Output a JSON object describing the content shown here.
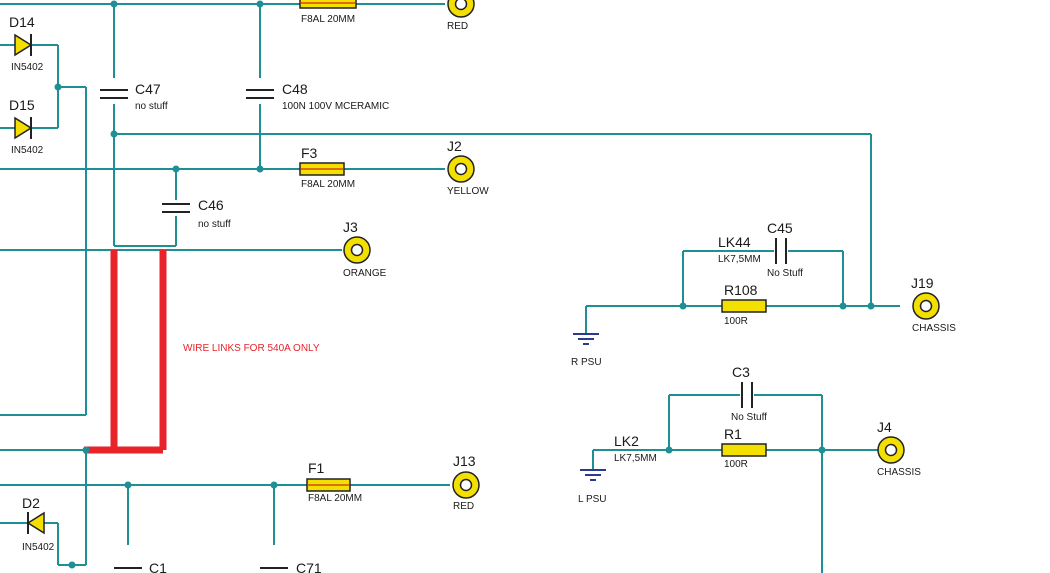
{
  "note": "WIRE LINKS FOR 540A ONLY",
  "fuses": [
    {
      "ref": "",
      "value": "F8AL 20MM"
    },
    {
      "ref": "F3",
      "value": "F8AL 20MM"
    },
    {
      "ref": "F1",
      "value": "F8AL 20MM"
    }
  ],
  "jacks": [
    {
      "ref": "",
      "label": "RED"
    },
    {
      "ref": "J2",
      "label": "YELLOW"
    },
    {
      "ref": "J3",
      "label": "ORANGE"
    },
    {
      "ref": "J13",
      "label": "RED"
    },
    {
      "ref": "J19",
      "label": "CHASSIS"
    },
    {
      "ref": "J4",
      "label": "CHASSIS"
    }
  ],
  "diodes": [
    {
      "ref": "D14",
      "value": "IN5402"
    },
    {
      "ref": "D15",
      "value": "IN5402"
    },
    {
      "ref": "D2",
      "value": "IN5402"
    }
  ],
  "capacitors": [
    {
      "ref": "C47",
      "value": "no stuff"
    },
    {
      "ref": "C48",
      "value": "100N 100V MCERAMIC"
    },
    {
      "ref": "C46",
      "value": "no stuff"
    },
    {
      "ref": "C45",
      "value": "No Stuff"
    },
    {
      "ref": "C3",
      "value": "No Stuff"
    },
    {
      "ref": "C1",
      "value": ""
    },
    {
      "ref": "C71",
      "value": ""
    }
  ],
  "resistors": [
    {
      "ref": "R108",
      "value": "100R"
    },
    {
      "ref": "R1",
      "value": "100R"
    }
  ],
  "links": [
    {
      "ref": "LK44",
      "value": "LK7,5MM"
    },
    {
      "ref": "LK2",
      "value": "LK7,5MM"
    }
  ],
  "grounds": [
    {
      "label": "R PSU"
    },
    {
      "label": "L PSU"
    }
  ]
}
